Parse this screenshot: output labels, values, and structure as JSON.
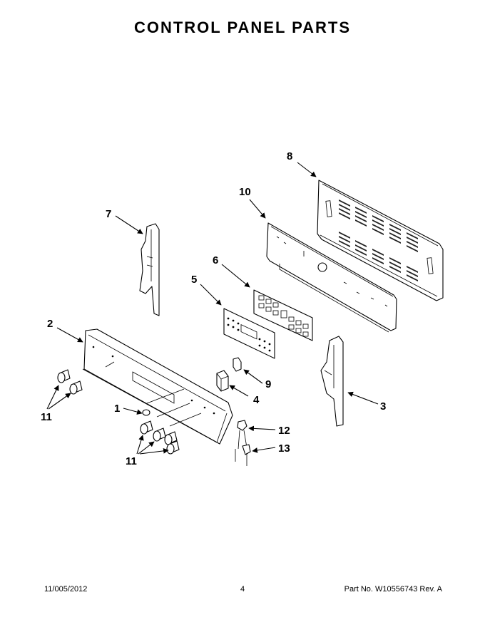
{
  "title": "CONTROL PANEL PARTS",
  "callouts": {
    "c1": "1",
    "c2": "2",
    "c3": "3",
    "c4": "4",
    "c5": "5",
    "c6": "6",
    "c7": "7",
    "c8": "8",
    "c9": "9",
    "c10": "10",
    "c11a": "11",
    "c11b": "11",
    "c12": "12",
    "c13": "13"
  },
  "footer": {
    "date": "11/005/2012",
    "page": "4",
    "part_no": "Part No. W10556743  Rev. A"
  }
}
